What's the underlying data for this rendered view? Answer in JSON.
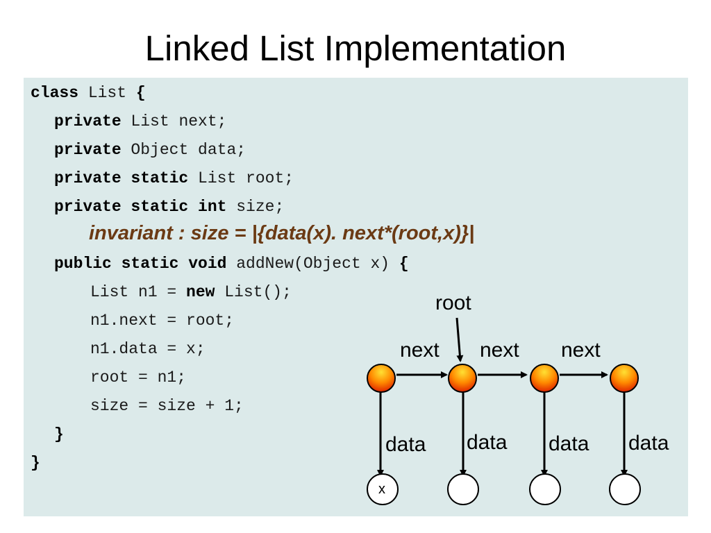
{
  "title": "Linked List Implementation",
  "code": {
    "lines": [
      [
        {
          "t": "class",
          "b": true
        },
        {
          "t": " List "
        },
        {
          "t": "{",
          "b": true
        }
      ],
      [
        {
          "t": "private",
          "b": true
        },
        {
          "t": " List next;"
        }
      ],
      [
        {
          "t": "private",
          "b": true
        },
        {
          "t": " Object data;"
        }
      ],
      [
        {
          "t": "private static",
          "b": true
        },
        {
          "t": " List root;"
        }
      ],
      [
        {
          "t": "private static int",
          "b": true
        },
        {
          "t": " size;"
        }
      ],
      [
        {
          "t": "public static void",
          "b": true
        },
        {
          "t": " addNew(Object x) "
        },
        {
          "t": "{",
          "b": true
        }
      ],
      [
        {
          "t": "List n1 = "
        },
        {
          "t": "new",
          "b": true
        },
        {
          "t": " List();"
        }
      ],
      [
        {
          "t": "n1.next = root;"
        }
      ],
      [
        {
          "t": "n1.data = x;"
        }
      ],
      [
        {
          "t": "root = n1;"
        }
      ],
      [
        {
          "t": "size = size + 1;"
        }
      ],
      [
        {
          "t": "}",
          "b": true
        }
      ],
      [
        {
          "t": "}",
          "b": true
        }
      ]
    ],
    "invariant": "invariant : size = |{data(x). next*(root,x)}|"
  },
  "diagram": {
    "root_label": "root",
    "next_labels": [
      "next",
      "next",
      "next"
    ],
    "data_labels": [
      "data",
      "data",
      "data",
      "data"
    ],
    "value_labels": [
      "x",
      "",
      "",
      ""
    ],
    "colors": {
      "node_fill_light": "#ffe033",
      "node_fill_dark": "#e02a00",
      "node_stroke": "#000000"
    }
  }
}
